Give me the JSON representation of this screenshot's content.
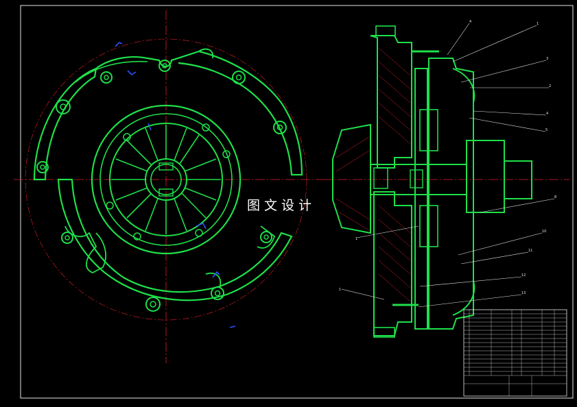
{
  "watermark": "图文设计",
  "callouts": [
    "4",
    "1",
    "3",
    "2",
    "4",
    "5",
    "8",
    "10",
    "11",
    "12",
    "13",
    "1",
    "1"
  ],
  "title_block": {
    "rows": [
      "",
      "",
      "",
      "",
      "",
      "",
      "",
      "",
      "",
      "",
      "",
      "",
      "",
      ""
    ],
    "footer_labels": [
      "",
      "",
      "",
      ""
    ]
  },
  "colors": {
    "outline": "#1fe04a",
    "centerline": "#e0202a",
    "dimension": "#e8e8e8",
    "marks": "#3050ff"
  }
}
